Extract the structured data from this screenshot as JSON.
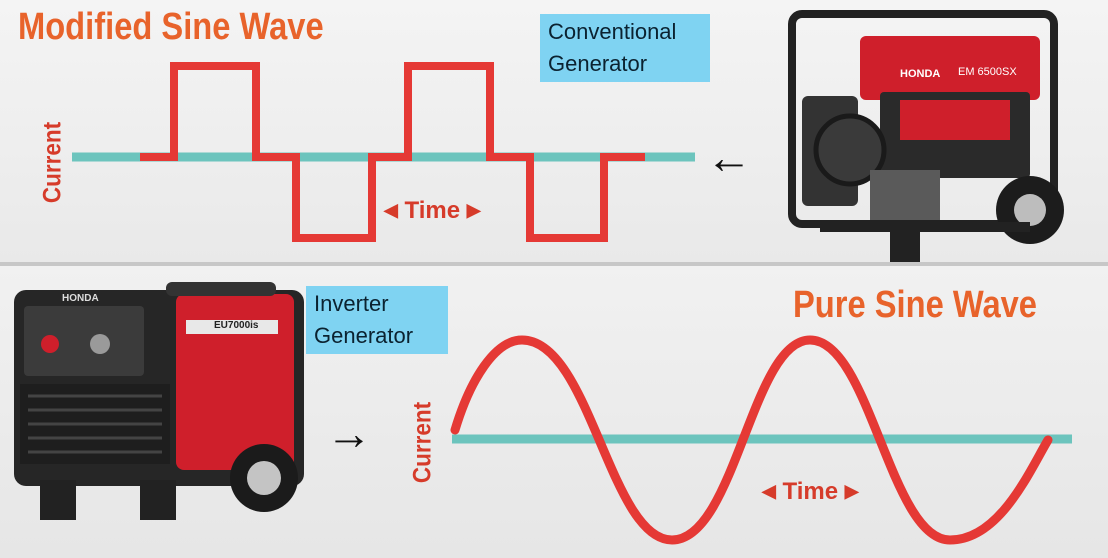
{
  "modified_section": {
    "title": "Modified Sine Wave",
    "generator_label_line1": "Conventional",
    "generator_label_line2": "Generator",
    "axis_label": "Current",
    "time_label": "Time",
    "arrow": "←",
    "generator_brand": "HONDA",
    "generator_model": "EM 6500SX"
  },
  "pure_section": {
    "title": "Pure Sine Wave",
    "generator_label_line1": "Inverter",
    "generator_label_line2": "Generator",
    "axis_label": "Current",
    "time_label": "Time",
    "arrow": "→",
    "generator_brand": "HONDA",
    "generator_model": "EU7000is"
  },
  "colors": {
    "title": "#e8632b",
    "wave": "#e53935",
    "axis": "#6cc4bd",
    "label_box": "#7fd3f2",
    "generator_red": "#cf1f2b"
  }
}
